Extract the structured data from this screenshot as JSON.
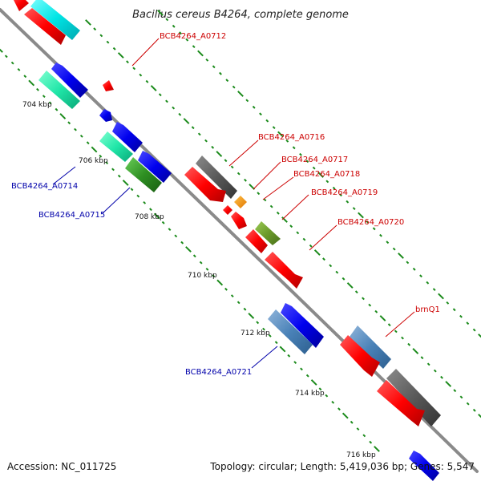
{
  "map": {
    "title": "Bacillus cereus B4264, complete genome",
    "footer": {
      "accession": "Accession: NC_011725",
      "topology": "Topology: circular; Length: 5,419,036 bp; Genes: 5,547"
    }
  },
  "colors": {
    "backbone": "#8a8a8a",
    "tick": "#1a8a1a",
    "forward_label": "#cc0000",
    "reverse_label": "#0000aa"
  },
  "ticks": [
    "704 kbp",
    "706 kbp",
    "708 kbp",
    "710 kbp",
    "712 kbp",
    "714 kbp",
    "716 kbp"
  ],
  "gene_labels": [
    {
      "id": "BCB4264_A0712",
      "strand": "forward"
    },
    {
      "id": "BCB4264_A0714",
      "strand": "reverse"
    },
    {
      "id": "BCB4264_A0715",
      "strand": "reverse"
    },
    {
      "id": "BCB4264_A0716",
      "strand": "forward"
    },
    {
      "id": "BCB4264_A0717",
      "strand": "forward"
    },
    {
      "id": "BCB4264_A0718",
      "strand": "forward"
    },
    {
      "id": "BCB4264_A0719",
      "strand": "forward"
    },
    {
      "id": "BCB4264_A0720",
      "strand": "forward"
    },
    {
      "id": "brnQ1",
      "strand": "forward"
    },
    {
      "id": "BCB4264_A0721",
      "strand": "reverse"
    }
  ]
}
